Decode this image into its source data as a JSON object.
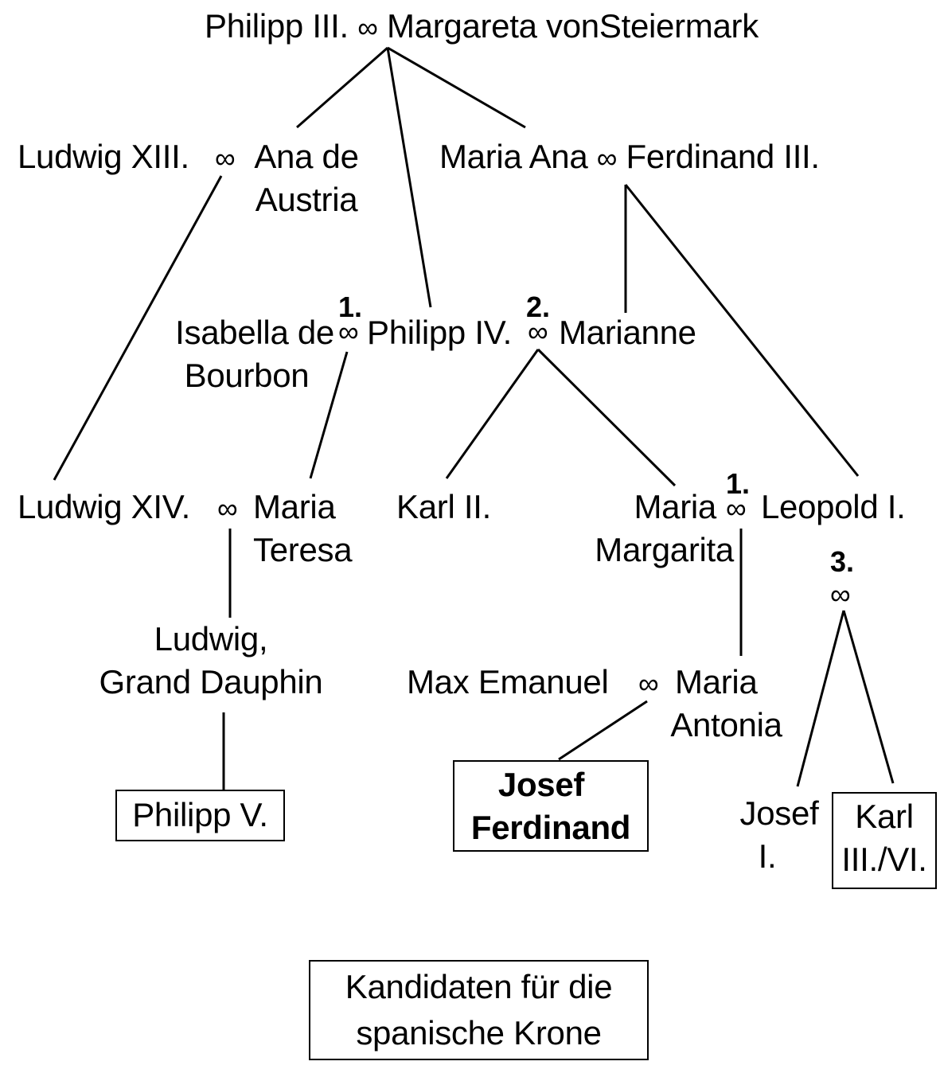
{
  "title_couple": {
    "left": "Philipp III.",
    "symbol": "∞",
    "right": "Margareta vonSteiermark"
  },
  "gen2": {
    "ludwig13": "Ludwig XIII.",
    "symbol_a": "∞",
    "ana_line1": "Ana de",
    "ana_line2": "Austria",
    "maria_ana": "Maria Ana",
    "symbol_b": "∞",
    "ferdinand3": "Ferdinand III."
  },
  "gen3": {
    "isabella_line1": "Isabella de",
    "isabella_line2": "Bourbon",
    "marriage1_num": "1.",
    "symbol_1": "∞",
    "philipp4": "Philipp IV.",
    "marriage2_num": "2.",
    "symbol_2": "∞",
    "marianne": "Marianne"
  },
  "gen4": {
    "ludwig14": "Ludwig XIV.",
    "symbol_a": "∞",
    "maria_teresa_line1": "Maria",
    "maria_teresa_line2": "Teresa",
    "karl2": "Karl II.",
    "maria_margarita_line1": "Maria",
    "maria_margarita_line2": "Margarita",
    "marriage1_num": "1.",
    "symbol_1": "∞",
    "leopold1": "Leopold I.",
    "marriage3_num": "3.",
    "symbol_3": "∞"
  },
  "gen5": {
    "ludwig_line1": "Ludwig,",
    "ludwig_line2": "Grand Dauphin",
    "max_emanuel": "Max Emanuel",
    "symbol": "∞",
    "maria_antonia_line1": "Maria",
    "maria_antonia_line2": "Antonia"
  },
  "candidates": {
    "philipp5": "Philipp V.",
    "josef_ferdinand_line1": "Josef",
    "josef_ferdinand_line2": "Ferdinand",
    "josef1_line1": "Josef",
    "josef1_line2": "I.",
    "karl3_line1": "Karl",
    "karl3_line2": "III./VI."
  },
  "legend": {
    "line1": "Kandidaten für die",
    "line2": "spanische Krone"
  }
}
